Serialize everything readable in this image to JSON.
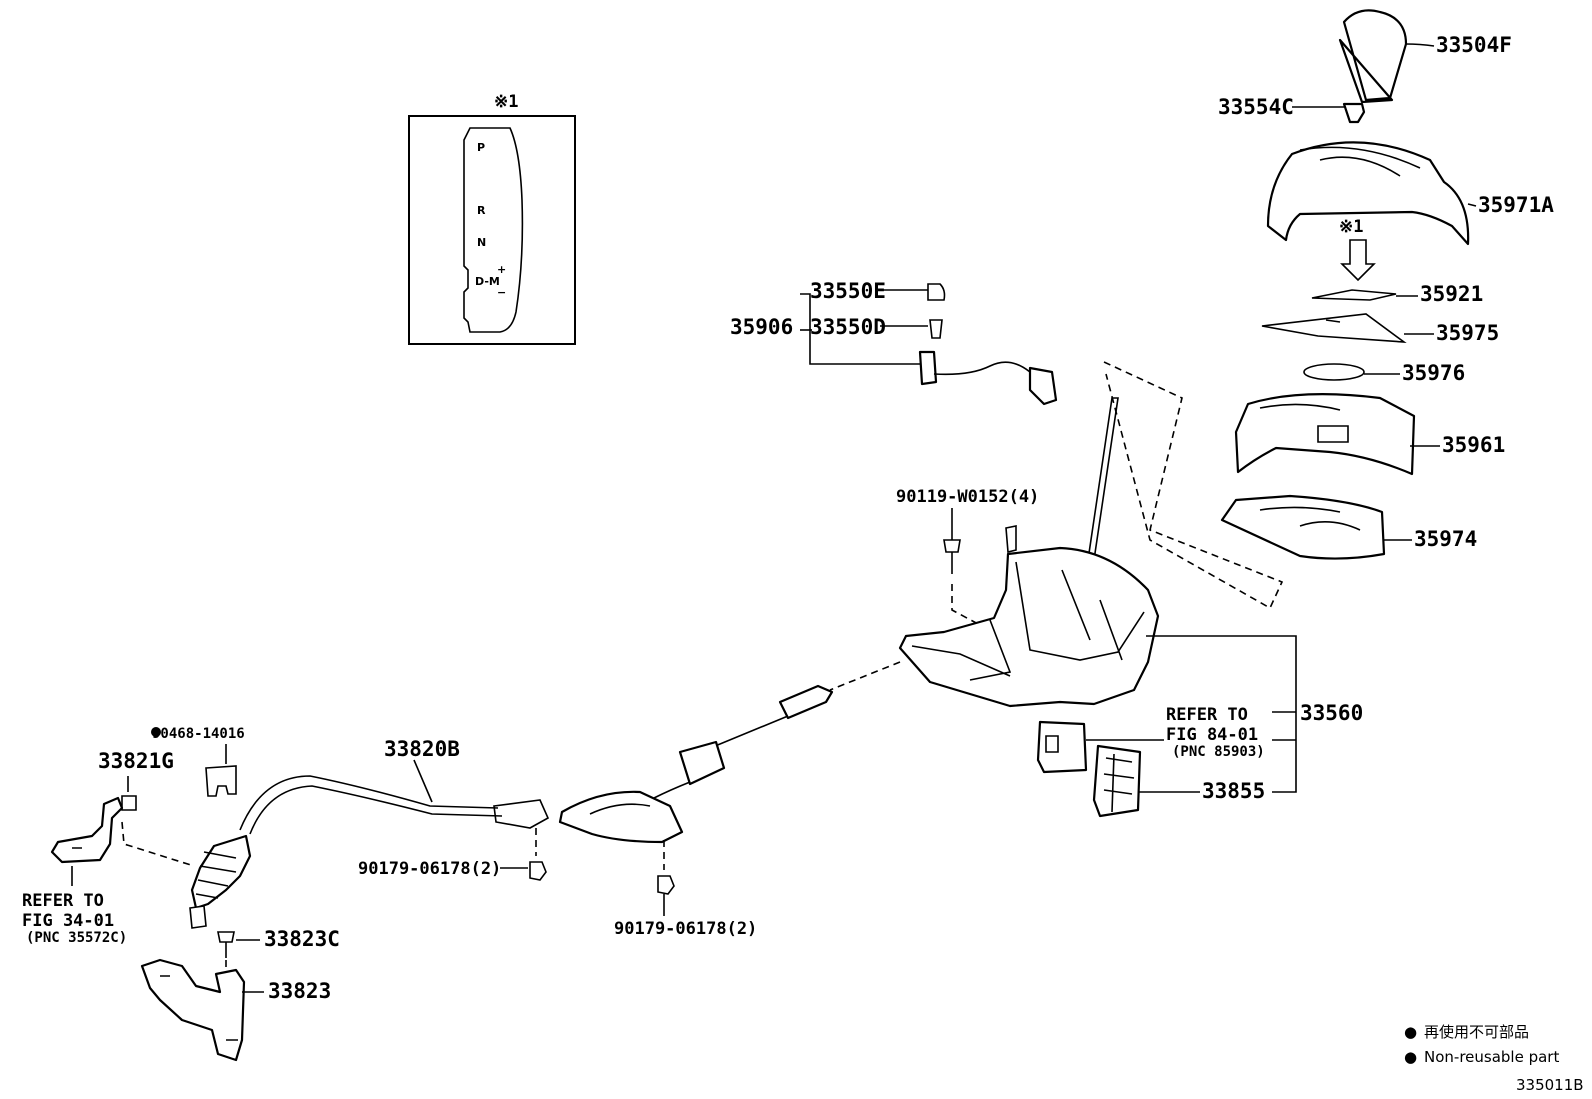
{
  "inset": {
    "title": "※1",
    "gates": [
      "P",
      "R",
      "N",
      "D-M",
      "+",
      "−"
    ]
  },
  "part_numbers": {
    "p33504F": "33504F",
    "p33554C": "33554C",
    "p35971A": "35971A",
    "arrow_mark": "※1",
    "p35921": "35921",
    "p35975": "35975",
    "p35976": "35976",
    "p35961": "35961",
    "p35974": "35974",
    "p33550E": "33550E",
    "p33550D": "33550D",
    "p35906": "35906",
    "p90119": "90119-W0152(4)",
    "p33560": "33560",
    "p33855": "33855",
    "p90468": "90468-14016",
    "p33821G": "33821G",
    "p33820B": "33820B",
    "p90179a": "90179-06178(2)",
    "p90179b": "90179-06178(2)",
    "p33823C": "33823C",
    "p33823": "33823"
  },
  "references": {
    "fig84": [
      "REFER TO",
      "FIG 84-01",
      "(PNC 85903)"
    ],
    "fig34": [
      "REFER TO",
      "FIG 34-01",
      "(PNC 35572C)"
    ]
  },
  "legend": {
    "bullet": "●",
    "line1": "再使用不可部品",
    "line2": "Non-reusable part"
  },
  "figure_id": "335011B"
}
